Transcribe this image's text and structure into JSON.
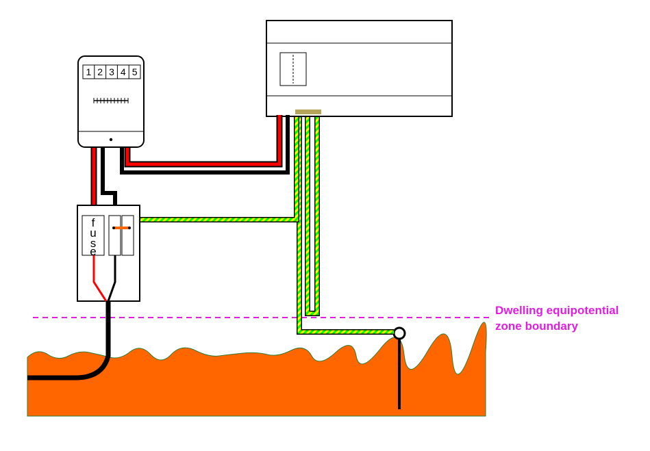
{
  "meter": {
    "digits": [
      "1",
      "2",
      "3",
      "4",
      "5"
    ]
  },
  "fuse": {
    "label": "fuse"
  },
  "zone_boundary": {
    "line1": "Dwelling equipotential",
    "line2": "zone boundary"
  },
  "colors": {
    "ground": "#ff6600",
    "ground_edge": "#2e7d32",
    "live": "#ff0000",
    "neutral": "#000000",
    "earth_green": "#00ff00",
    "earth_yellow": "#ffff00",
    "zone_line": "#e01ee0",
    "earth_block": "#b5a55a"
  }
}
